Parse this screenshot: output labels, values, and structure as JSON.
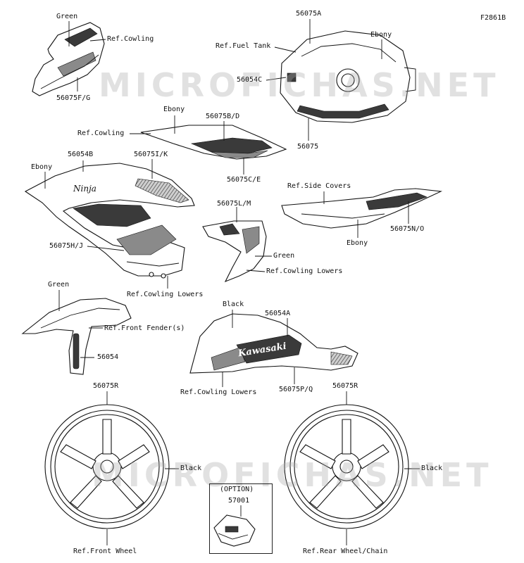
{
  "figure_code": "F2861B",
  "watermark": "MICROFICHAS.NET",
  "labels": {
    "green_top": "Green",
    "ref_cowling_top": "Ref.Cowling",
    "p56075fg": "56075F/G",
    "p56075a": "56075A",
    "ref_fuel_tank": "Ref.Fuel Tank",
    "ebony_tank": "Ebony",
    "p56054c": "56054C",
    "p56075": "56075",
    "ebony_mid": "Ebony",
    "p56075bd": "56075B/D",
    "ref_cowling_mid": "Ref.Cowling",
    "p56075ce": "56075C/E",
    "p56054b": "56054B",
    "p56075ik": "56075I/K",
    "ebony_left": "Ebony",
    "p56075hj": "56075H/J",
    "ref_cowling_lowers_1": "Ref.Cowling Lowers",
    "ref_side_covers": "Ref.Side Covers",
    "p56075no": "56075N/O",
    "ebony_side": "Ebony",
    "p56075lm": "56075L/M",
    "green_mid": "Green",
    "ref_cowling_lowers_2": "Ref.Cowling Lowers",
    "green_fender": "Green",
    "ref_front_fender": "Ref.Front Fender(s)",
    "p56054": "56054",
    "black_lower": "Black",
    "p56054a": "56054A",
    "ref_cowling_lowers_3": "Ref.Cowling Lowers",
    "p56075pq": "56075P/Q",
    "p56075r_front": "56075R",
    "p56075r_rear": "56075R",
    "black_front_wheel": "Black",
    "black_rear_wheel": "Black",
    "option": "(OPTION)",
    "p57001": "57001",
    "ref_front_wheel": "Ref.Front Wheel",
    "ref_rear_wheel": "Ref.Rear Wheel/Chain",
    "decal_ninja": "Ninja",
    "decal_kawasaki": "Kawasaki"
  }
}
